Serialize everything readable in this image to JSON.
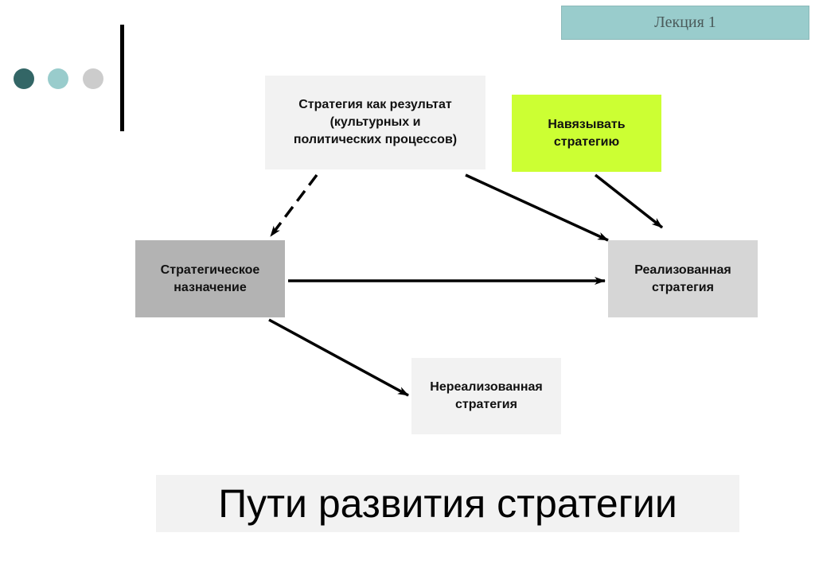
{
  "header": {
    "lecture_label": "Лекция 1"
  },
  "decor": {
    "dot_colors": [
      "#336666",
      "#99cccc",
      "#cccccc"
    ]
  },
  "diagram": {
    "nodes": {
      "result": {
        "label": "Стратегия как результат\n(культурных и\nполитических процессов)"
      },
      "impose": {
        "label": "Навязывать\nстратегию"
      },
      "purpose": {
        "label": "Стратегическое\nназначение"
      },
      "realized": {
        "label": "Реализованная\nстратегия"
      },
      "unrealized": {
        "label": "Нереализованная\nстратегия"
      }
    },
    "edges": [
      {
        "from": "result",
        "to": "purpose",
        "style": "dashed"
      },
      {
        "from": "result",
        "to": "realized",
        "style": "solid"
      },
      {
        "from": "impose",
        "to": "realized",
        "style": "solid"
      },
      {
        "from": "purpose",
        "to": "realized",
        "style": "solid"
      },
      {
        "from": "purpose",
        "to": "unrealized",
        "style": "solid"
      }
    ]
  },
  "footer": {
    "title": "Пути развития стратегии"
  }
}
